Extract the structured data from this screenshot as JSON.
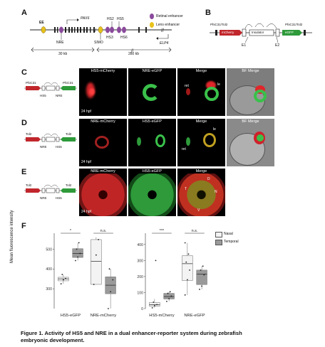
{
  "panels": {
    "A": "A",
    "B": "B",
    "C": "C",
    "D": "D",
    "E": "E",
    "F": "F"
  },
  "panelA": {
    "legend_retinal": "Retinal enhancer",
    "legend_lens": "Lens enhancer",
    "gene_pax6": "PAX6",
    "gene_elp4": "ELP4",
    "label_ee": "EE",
    "label_nre": "NRE",
    "label_hs2": "HS2",
    "label_hs5": "HS5",
    "label_simo": "SIMO",
    "label_hs3": "HS3",
    "label_hs6": "HS6",
    "scale_30kb": "30 kb",
    "scale_280kb": "280 kb"
  },
  "panelB": {
    "left_site": "PhiC31/Tol2",
    "right_site": "PhiC31/Tol2",
    "insulator": "Insulator",
    "left_reporter": "mCherry",
    "right_reporter": "eGFP",
    "e1": "E1",
    "e2": "E2"
  },
  "panelC": {
    "site": "PhiC31",
    "e_left": "HS5",
    "e_right": "NRE",
    "titles": [
      "HS5-mCherry",
      "NRE-eGFP",
      "Merge",
      "BF Merge"
    ],
    "stage": "24 hpf",
    "mark_ret": "ret",
    "mark_le": "le"
  },
  "panelD": {
    "site": "Tol2",
    "e_left": "NRE",
    "e_right": "HS5",
    "titles": [
      "NRE-mCherry",
      "HS5-eGFP",
      "Merge",
      "BF Merge"
    ],
    "stage": "24 hpf",
    "mark_ret": "ret",
    "mark_le": "le"
  },
  "panelE": {
    "site": "Tol2",
    "e_left": "NRE",
    "e_right": "HS5",
    "titles": [
      "NRE-mCherry",
      "HS5-eGFP",
      "Merge"
    ],
    "stage": "24 hpf",
    "dir_d": "D",
    "dir_n": "N",
    "dir_t": "T",
    "dir_v": "V"
  },
  "chart_data": [
    {
      "type": "box",
      "ylabel": "Mean fluorescence intensity",
      "categories": [
        "HS5-eGFP",
        "NRE-mCherry"
      ],
      "ylim": [
        200,
        580
      ],
      "yticks": [
        300,
        400,
        500
      ],
      "series": [
        {
          "name": "Nasal",
          "boxes": [
            {
              "min": 325,
              "q1": 340,
              "median": 350,
              "q3": 358,
              "max": 372,
              "points": [
                325,
                345,
                352,
                372
              ]
            },
            {
              "min": 322,
              "q1": 322,
              "median": 438,
              "q3": 548,
              "max": 560,
              "points": [
                322,
                470,
                548
              ]
            }
          ]
        },
        {
          "name": "Temporal",
          "boxes": [
            {
              "min": 442,
              "q1": 458,
              "median": 478,
              "q3": 502,
              "max": 532,
              "points": [
                442,
                460,
                478,
                500,
                532
              ]
            },
            {
              "min": 200,
              "q1": 275,
              "median": 318,
              "q3": 360,
              "max": 400,
              "points": [
                200,
                285,
                345,
                400
              ]
            }
          ]
        }
      ],
      "significance": [
        "*",
        "n.s."
      ]
    },
    {
      "type": "box",
      "categories": [
        "HS5-mCherry",
        "NRE-eGFP"
      ],
      "ylim": [
        0,
        470
      ],
      "yticks": [
        0,
        100,
        200,
        300,
        400
      ],
      "series": [
        {
          "name": "Nasal",
          "boxes": [
            {
              "min": 5,
              "q1": 15,
              "median": 25,
              "q3": 38,
              "max": 60,
              "points": [
                5,
                18,
                25,
                40,
                300
              ]
            },
            {
              "min": 85,
              "q1": 175,
              "median": 280,
              "q3": 330,
              "max": 410,
              "points": [
                85,
                180,
                240,
                290,
                340,
                410
              ]
            }
          ]
        },
        {
          "name": "Temporal",
          "boxes": [
            {
              "min": 45,
              "q1": 60,
              "median": 75,
              "q3": 95,
              "max": 105,
              "points": [
                45,
                62,
                78,
                95,
                105
              ]
            },
            {
              "min": 120,
              "q1": 150,
              "median": 215,
              "q3": 240,
              "max": 265,
              "points": [
                120,
                140,
                210,
                240,
                265
              ]
            }
          ]
        }
      ],
      "significance": [
        "***",
        "n.s."
      ]
    }
  ],
  "legendF": {
    "nasal": "Nasal",
    "temporal": "Temporal"
  },
  "caption": {
    "line1": "Figure 1. Activity of HS5 and NRE in a dual enhancer-reporter system during zebrafish",
    "line2": "embryonic development."
  },
  "colors": {
    "retinal": "#8a4a9c",
    "lens": "#e8c21c",
    "mcherry": "#c0262b",
    "egfp": "#2e9a3a"
  }
}
